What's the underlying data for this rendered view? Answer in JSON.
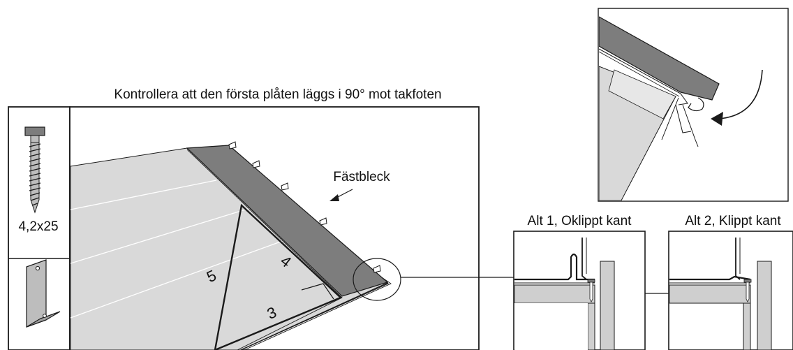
{
  "instruction": "Kontrollera att den första plåten läggs i 90° mot takfoten",
  "screw_label": "4,2x25",
  "bracket_label": "Fästbleck",
  "triangle_labels": {
    "a": "5",
    "b": "4",
    "c": "3"
  },
  "detail_left_title": "Alt 1, Oklippt kant",
  "detail_right_title": "Alt 2, Klippt kant",
  "colors": {
    "line": "#1a1a1a",
    "roof_light": "#d9d9d9",
    "roof_dark": "#7d7d7d",
    "board": "#cfcfcf",
    "white": "#ffffff"
  }
}
